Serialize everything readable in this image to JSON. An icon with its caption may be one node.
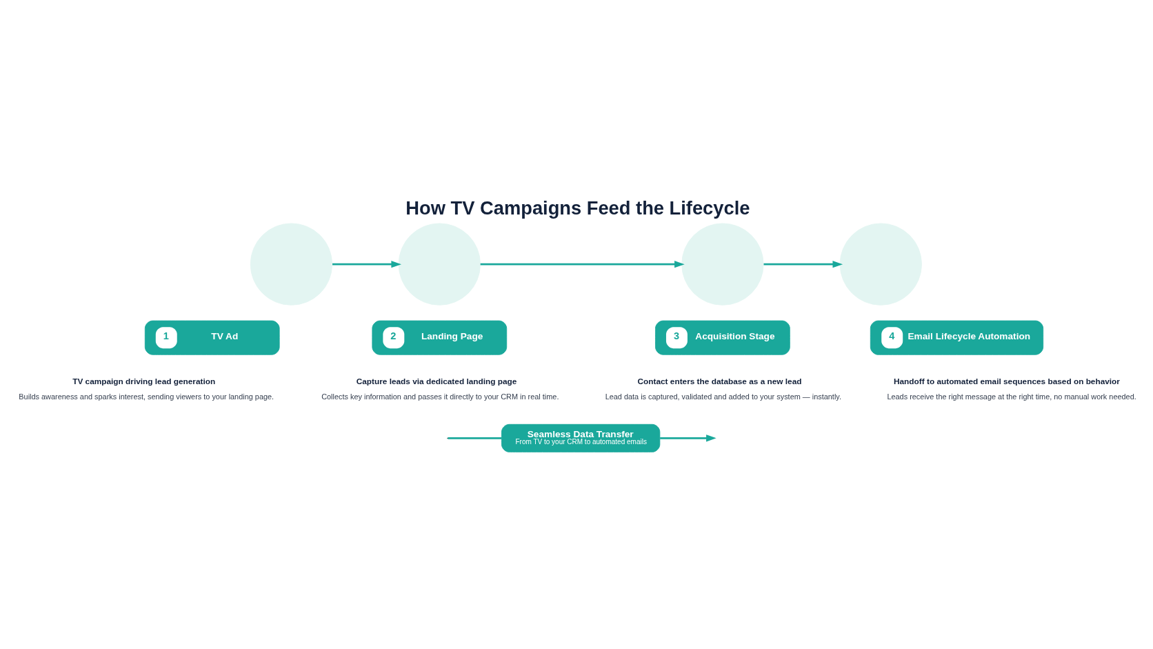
{
  "diagram": {
    "title": "How TV Campaigns Feed the Lifecycle",
    "nodes": [
      {
        "text": [],
        "shape": "circle"
      },
      {
        "text": [
          "1",
          "TV Ad"
        ],
        "beside": [
          "TV campaign driving lead generation",
          "Builds awareness and sparks interest, sending viewers to your landing page."
        ]
      },
      {
        "text": [],
        "shape": "circle"
      },
      {
        "text": [
          "2",
          "Landing Page"
        ],
        "beside": [
          "Capture leads via dedicated landing page",
          "Collects key information and passes it directly to your CRM in real time."
        ]
      },
      {
        "text": [],
        "shape": "circle"
      },
      {
        "text": [
          "3",
          "Acquisition Stage"
        ],
        "beside": [
          "Contact enters the database as a new lead",
          "Lead data is captured, validated and added to your system — instantly."
        ]
      },
      {
        "text": [],
        "shape": "circle"
      },
      {
        "text": [
          "4",
          "Email Lifecycle Automation"
        ],
        "beside": [
          "Handoff to automated email sequences based on behavior",
          "Leads receive the right message at the right time, no manual work needed."
        ]
      },
      {
        "text": [
          "Seamless Data Transfer",
          "From TV to your CRM to automated emails"
        ]
      }
    ],
    "edges": [
      {
        "from": 0,
        "to": 2,
        "arrow": "to"
      },
      {
        "from": 2,
        "to": 4,
        "arrow": "to"
      },
      {
        "from": 4,
        "to": 6,
        "arrow": "to"
      },
      {
        "from": null,
        "to": 8,
        "arrow": "none"
      },
      {
        "from": 8,
        "to": null,
        "arrow": "to"
      }
    ]
  }
}
